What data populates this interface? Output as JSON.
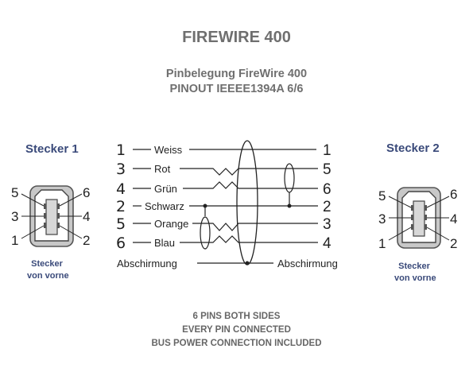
{
  "title": "FIREWIRE 400",
  "subtitle_line1": "Pinbelegung FireWire 400",
  "subtitle_line2": "PINOUT IEEEE1394A 6/6",
  "plug_left": {
    "title": "Stecker 1",
    "caption_line1": "Stecker",
    "caption_line2": "von vorne",
    "pins": [
      "5",
      "6",
      "3",
      "4",
      "1",
      "2"
    ]
  },
  "plug_right": {
    "title": "Stecker 2",
    "caption_line1": "Stecker",
    "caption_line2": "von vorne",
    "pins": [
      "5",
      "6",
      "3",
      "4",
      "1",
      "2"
    ]
  },
  "wires": [
    {
      "left_pin": "1",
      "label": "Weiss",
      "right_pin": "1"
    },
    {
      "left_pin": "3",
      "label": "Rot",
      "right_pin": "5"
    },
    {
      "left_pin": "4",
      "label": "Grün",
      "right_pin": "6"
    },
    {
      "left_pin": "2",
      "label": "Schwarz",
      "right_pin": "2"
    },
    {
      "left_pin": "5",
      "label": "Orange",
      "right_pin": "3"
    },
    {
      "left_pin": "6",
      "label": "Blau",
      "right_pin": "4"
    }
  ],
  "shield_left": "Abschirmung",
  "shield_right": "Abschirmung",
  "footer": [
    "6 PINS BOTH SIDES",
    "EVERY PIN CONNECTED",
    "BUS POWER CONNECTION INCLUDED"
  ]
}
